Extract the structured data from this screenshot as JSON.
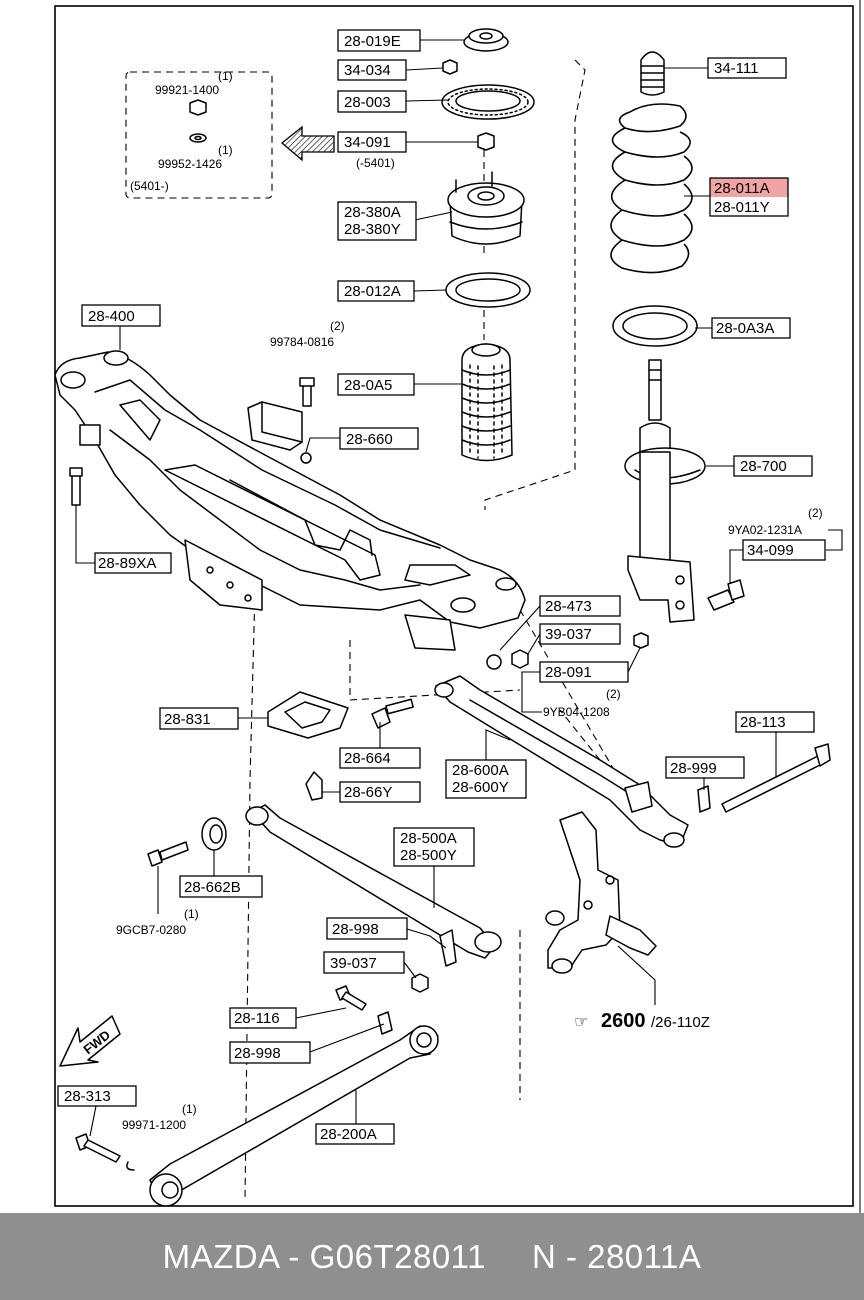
{
  "labels": {
    "p28019E": "28-019E",
    "p34034": "34-034",
    "p28003": "28-003",
    "p34091": "34-091",
    "p34091_note": "(-5401)",
    "p28380A": "28-380A",
    "p28380Y": "28-380Y",
    "p28012A": "28-012A",
    "p280A5": "28-0A5",
    "p28660": "28-660",
    "p28400": "28-400",
    "p2889XA": "28-89XA",
    "p34111": "34-111",
    "p28011A": "28-011A",
    "p28011Y": "28-011Y",
    "p280A3A": "28-0A3A",
    "p28700": "28-700",
    "p34099": "34-099",
    "p28473": "28-473",
    "p39037a": "39-037",
    "p28091": "28-091",
    "p28831": "28-831",
    "p28664": "28-664",
    "p2866Y": "28-66Y",
    "p28600A": "28-600A",
    "p28600Y": "28-600Y",
    "p28113": "28-113",
    "p28999": "28-999",
    "p28500A": "28-500A",
    "p28500Y": "28-500Y",
    "p28662B": "28-662B",
    "p28998a": "28-998",
    "p39037b": "39-037",
    "p28116": "28-116",
    "p28998b": "28-998",
    "p28200A": "28-200A",
    "p28313": "28-313"
  },
  "notes": {
    "inset_qty1": "(1)",
    "inset_part1": "99921-1400",
    "inset_qty2": "(1)",
    "inset_part2": "99952-1426",
    "inset_range": "(5401-)",
    "bolt_qty": "(2)",
    "bolt_part": "99784-0816",
    "strut_bolt_qty": "(2)",
    "strut_bolt_part": "9YA02-1231A",
    "nut_qty": "(2)",
    "nut_part": "9YB04-1208",
    "bolt662_qty": "(1)",
    "bolt662_part": "9GCB7-0280",
    "bolt313_qty": "(1)",
    "bolt313_part": "99971-1200",
    "ref_prefix": "☞",
    "ref_main": "2600",
    "ref_suffix": "/26-110Z",
    "fwd": "FWD"
  },
  "highlight": {
    "part": "28-011A",
    "color": "#f2a3a3"
  },
  "footer": {
    "brand": "MAZDA - G06T28011",
    "ref": "N - 28011A",
    "background": "#8f8f8f"
  }
}
